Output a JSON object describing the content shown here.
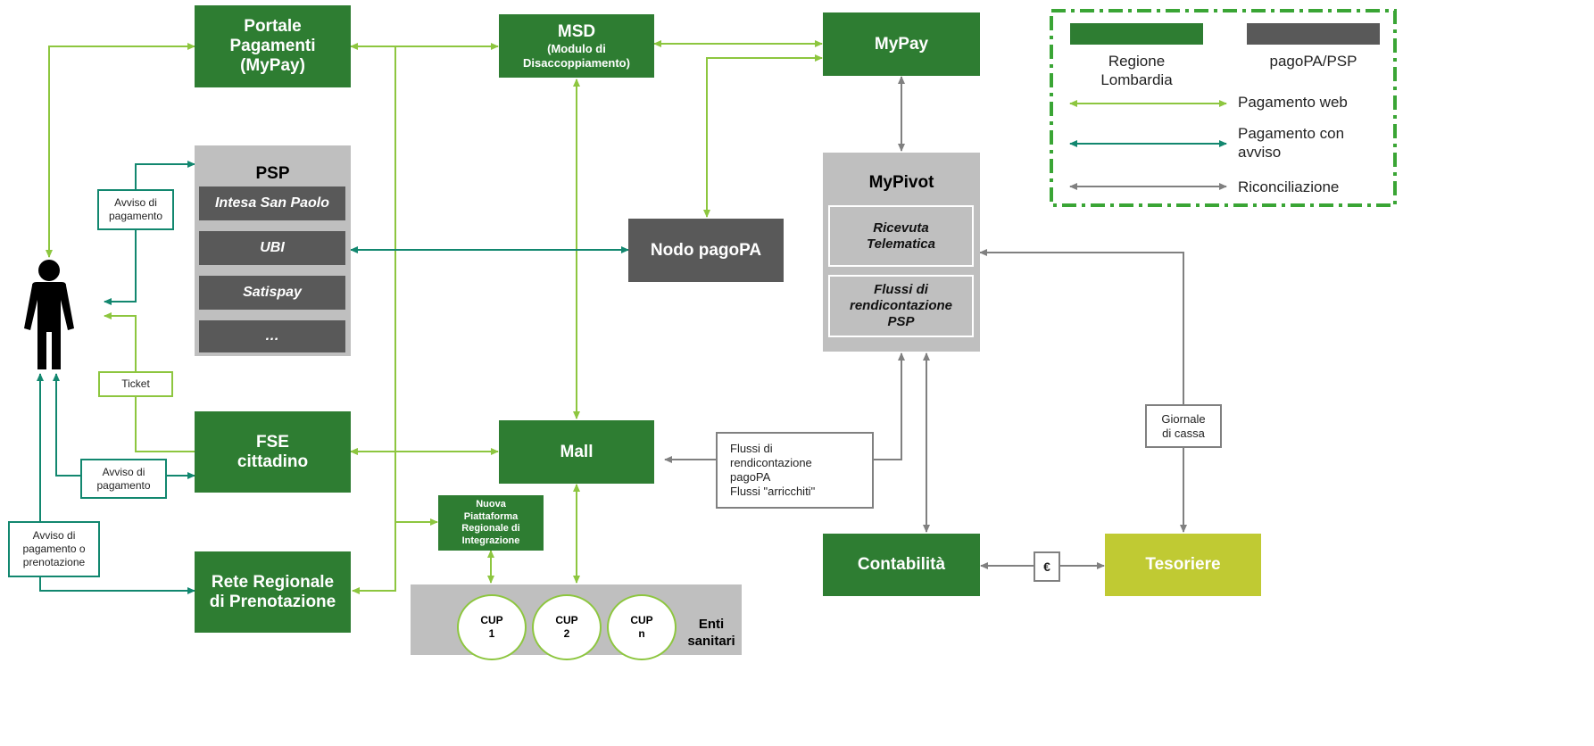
{
  "nodes": {
    "portale": [
      "Portale",
      "Pagamenti",
      "(MyPay)"
    ],
    "msd_title": "MSD",
    "msd_sub": [
      "(Modulo di",
      "Disaccoppiamento)"
    ],
    "mypay": "MyPay",
    "psp_title": "PSP",
    "psp_items": [
      "Intesa San Paolo",
      "UBI",
      "Satispay",
      "…"
    ],
    "nodo": "Nodo pagoPA",
    "mypivot_title": "MyPivot",
    "mypivot_items": [
      [
        "Ricevuta",
        "Telematica"
      ],
      [
        "Flussi di",
        "rendicontazione",
        "PSP"
      ]
    ],
    "fse": [
      "FSE",
      "cittadino"
    ],
    "mall": "Mall",
    "nprì": [
      "Nuova",
      "Piattaforma",
      "Regionale di",
      "Integrazione"
    ],
    "rete": [
      "Rete Regionale",
      "di Prenotazione"
    ],
    "contabilita": "Contabilità",
    "tesoriere": "Tesoriere",
    "enti": [
      "Enti",
      "sanitari"
    ],
    "cups": [
      [
        "CUP",
        "1"
      ],
      [
        "CUP",
        "2"
      ],
      [
        "CUP",
        "n"
      ]
    ]
  },
  "labels": {
    "avviso_psp": [
      "Avviso di",
      "pagamento"
    ],
    "ticket": "Ticket",
    "avviso_fse": [
      "Avviso di",
      "pagamento"
    ],
    "avviso_rete": [
      "Avviso di",
      "pagamento o",
      "prenotazione"
    ],
    "flussi": [
      "Flussi di",
      "rendicontazione",
      "pagoPA",
      "Flussi \"arricchiti\""
    ],
    "giornale": [
      "Giornale",
      "di cassa"
    ],
    "euro": "€"
  },
  "legend": {
    "regione": [
      "Regione",
      "Lombardia"
    ],
    "pagopa": "pagoPA/PSP",
    "web": "Pagamento web",
    "avviso": [
      "Pagamento con",
      "avviso"
    ],
    "riconciliazione": "Riconciliazione"
  },
  "colors": {
    "green": "#2e7d32",
    "dark": "#595959",
    "lime": "#c0ca33",
    "grey_box": "#bfbfbf",
    "arrow_web": "#8dc63f",
    "arrow_avviso": "#12876f",
    "arrow_riconciliazione": "#808080",
    "legend_border": "#3aa535"
  },
  "icons": [
    "person-icon"
  ]
}
